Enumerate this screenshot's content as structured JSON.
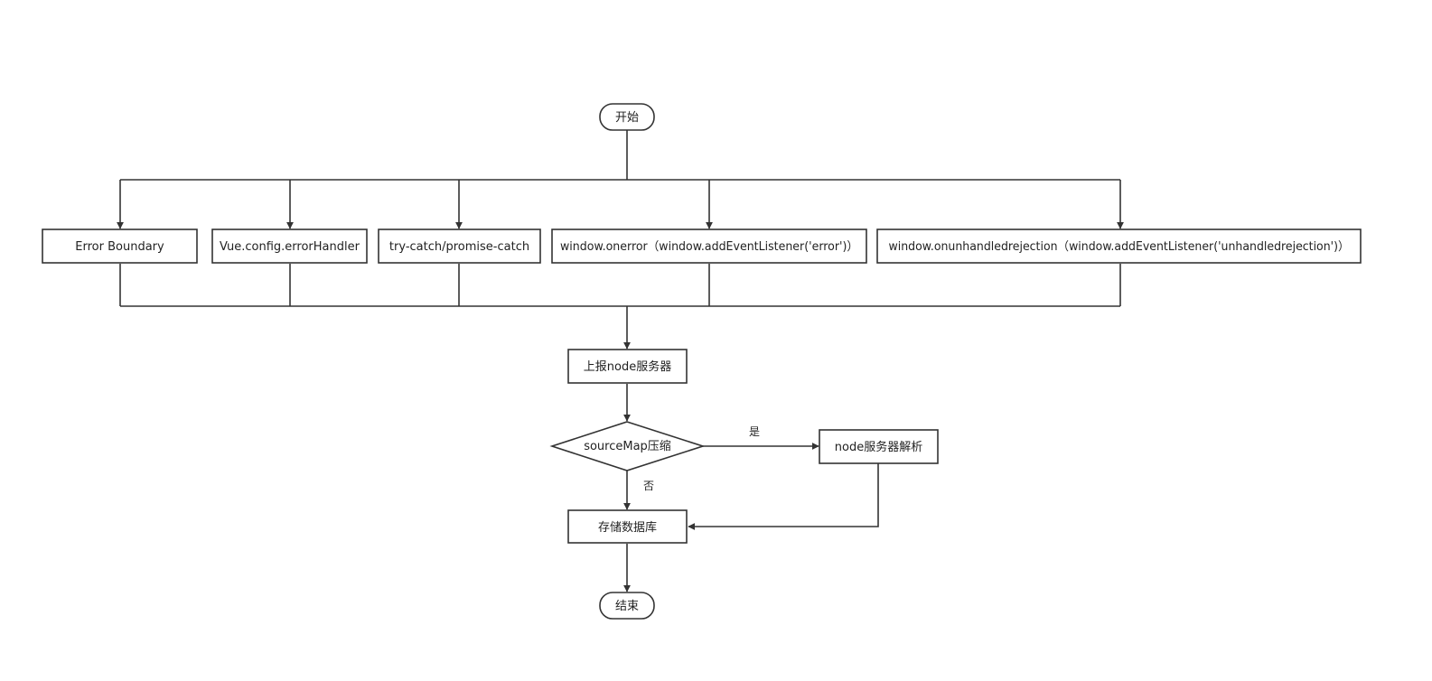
{
  "colors": {
    "stroke": "#333333",
    "fill": "#ffffff",
    "text": "#222222"
  },
  "nodes": {
    "start": "开始",
    "error_boundary": "Error Boundary",
    "vue_error_handler": "Vue.config.errorHandler",
    "try_catch": "try-catch/promise-catch",
    "window_onerror": "window.onerror（window.addEventListener('error')）",
    "window_unhandled": "window.onunhandledrejection（window.addEventListener('unhandledrejection')）",
    "report_node": "上报node服务器",
    "sourcemap_decision": "sourceMap压缩",
    "node_parse": "node服务器解析",
    "store_db": "存储数据库",
    "end": "结束"
  },
  "edge_labels": {
    "yes": "是",
    "no": "否"
  }
}
